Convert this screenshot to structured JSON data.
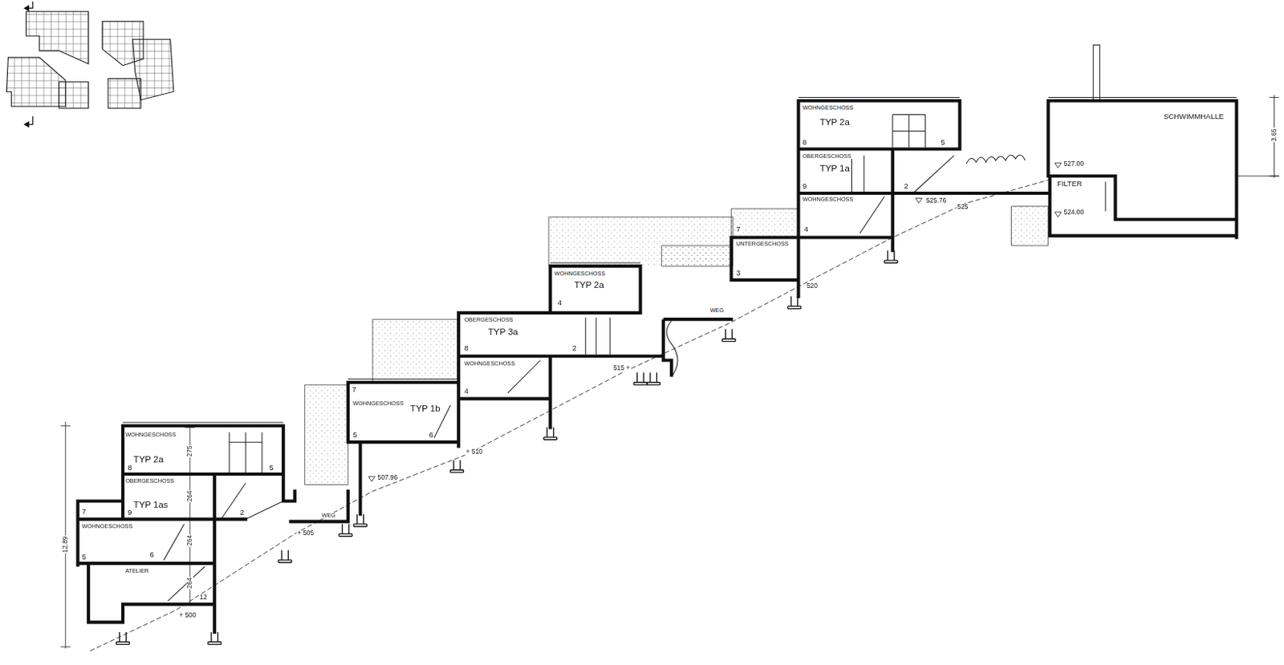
{
  "diagram": {
    "labels": [
      "WOHNGESCHOSS",
      "TYP 2a",
      "275",
      "8",
      "5",
      "OBERGESCHOSS",
      "TYP 1as",
      "264",
      "7",
      "9",
      "2",
      "WEG",
      "WOHNGESCHOSS",
      "264",
      "6",
      "5",
      "ATELIER",
      "264",
      "12",
      "+ 500",
      "+ 505",
      "12.89",
      "507.96",
      "+ 510",
      "7",
      "WOHNGESCHOSS",
      "TYP 1b",
      "5",
      "6",
      "WOHNGESCHOSS",
      "TYP 2a",
      "4",
      "OBERGESCHOSS",
      "TYP 3a",
      "8",
      "2",
      "WOHNGESCHOSS",
      "4",
      "WEG",
      "515 +",
      "WOHNGESCHOSS",
      "TYP 2a",
      "8",
      "5",
      "OBERGESCHOSS",
      "TYP 1a",
      "9",
      "2",
      "WOHNGESCHOSS",
      "525.76",
      "525",
      "7",
      "4",
      "UNTERGESCHOSS",
      "3",
      "520",
      "SCHWIMMHALLE",
      "527.00",
      "FILTER",
      "524.00",
      "3.65"
    ]
  }
}
